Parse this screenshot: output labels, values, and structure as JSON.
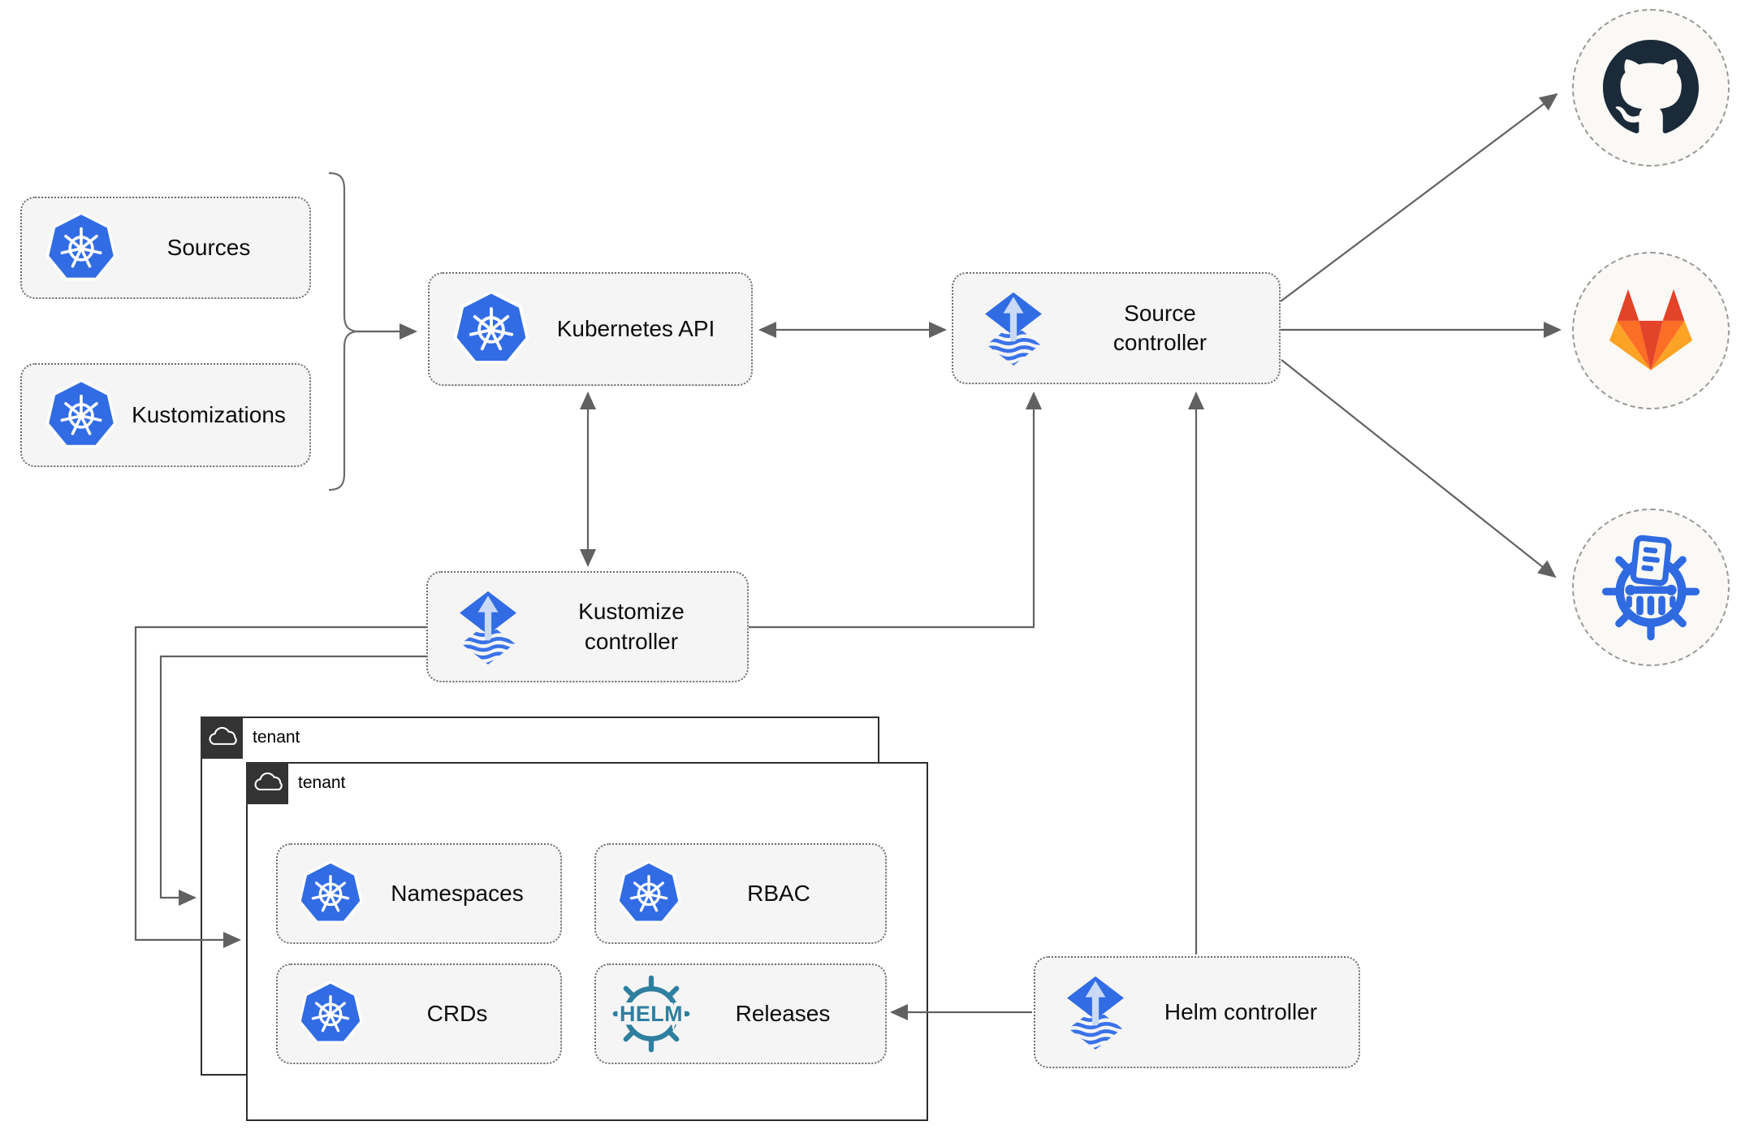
{
  "diagram": {
    "nodes": {
      "sources": {
        "label": "Sources"
      },
      "kustomizations": {
        "label": "Kustomizations"
      },
      "kubernetes_api": {
        "label": "Kubernetes API"
      },
      "source_controller": {
        "label": "Source controller"
      },
      "kustomize_controller": {
        "label": "Kustomize controller"
      },
      "helm_controller": {
        "label": "Helm controller"
      },
      "tenant_outer": {
        "label": "tenant"
      },
      "tenant_inner": {
        "label": "tenant"
      },
      "namespaces": {
        "label": "Namespaces"
      },
      "rbac": {
        "label": "RBAC"
      },
      "crds": {
        "label": "CRDs"
      },
      "releases": {
        "label": "Releases"
      }
    },
    "icons": {
      "helm_logo_text": "HELM",
      "kubernetes": "kubernetes-wheel-icon",
      "flux": "flux-icon",
      "github": "github-icon",
      "gitlab": "gitlab-icon",
      "chartmuseum": "chartmuseum-icon",
      "cloud": "cloud-icon"
    },
    "colors": {
      "kubernetes_blue": "#326ce5",
      "flux_blue": "#316ce4",
      "flux_arrow_light": "#c9d9f6",
      "helm_teal": "#2e7f9f",
      "github_dark": "#1b2a38",
      "gitlab_red": "#e24329",
      "gitlab_orange": "#fc6d26",
      "gitlab_yellow": "#fca326",
      "chartmuseum_blue": "#2f6ae0",
      "box_fill": "#f5f5f5",
      "tenant_border": "#2d2d2d",
      "tenant_tab": "#333333",
      "connector_gray": "#616161",
      "circle_fill": "#faf9f6"
    }
  }
}
